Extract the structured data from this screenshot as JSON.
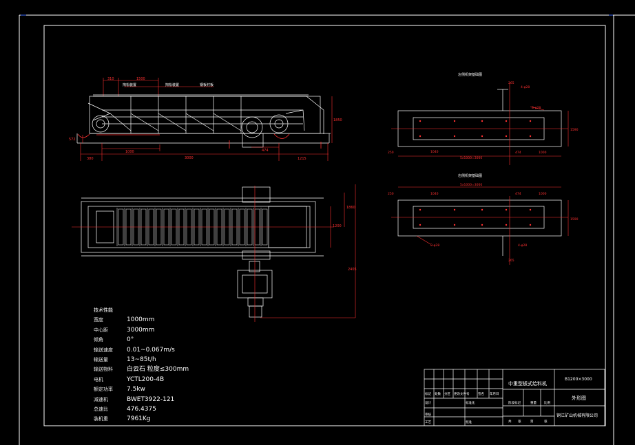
{
  "colors": {
    "background": "#000000",
    "lines": "#ffffff",
    "dimensions": "#ff3030",
    "centerlines": "#ff3030",
    "frame": "#ffffff",
    "cursor": "#3b6cff"
  },
  "drawing": {
    "top_dims": [
      "310",
      "1500"
    ],
    "top_notes": [
      "掏松装置",
      "掏松装置",
      "钢板衬板"
    ],
    "side_dims_bottom": [
      "380",
      "1000",
      "3000",
      "474",
      "1215"
    ],
    "side_dims_right": [
      "1850"
    ],
    "side_dims_left": [
      "572"
    ],
    "plan_dims_right": [
      "1860",
      "1200",
      "2405"
    ],
    "section1_title": "左侧机架基础图",
    "section1_dims": [
      "250",
      "1040",
      "5x1000=3000",
      "474",
      "1000",
      "4-φ28",
      "8-φ28",
      "1590",
      "265"
    ],
    "section2_title": "右侧机架基础图",
    "section2_dims": [
      "250",
      "1040",
      "5x1000=3000",
      "474",
      "1000",
      "4-φ28",
      "8-φ28",
      "1590",
      "265"
    ]
  },
  "specs": {
    "title": "技术性能",
    "rows": [
      {
        "label": "宽度",
        "value": "1000mm"
      },
      {
        "label": "中心距",
        "value": "3000mm"
      },
      {
        "label": "倾角",
        "value": "0°"
      },
      {
        "label": "输送速度",
        "value": "0.01~0.067m/s"
      },
      {
        "label": "输送量",
        "value": "13~85t/h"
      },
      {
        "label": "输送物料",
        "value": "白云石   粒度≤300mm"
      },
      {
        "label": "电机",
        "value": "YCTL200-4B"
      },
      {
        "label": "额定功率",
        "value": "7.5kw"
      },
      {
        "label": "减速机",
        "value": "BWET3922-121"
      },
      {
        "label": "总速比",
        "value": "476.4375"
      },
      {
        "label": "装机重",
        "value": "7961Kg"
      }
    ]
  },
  "title_block": {
    "name": "中重型板式给料机",
    "model": "B1200×3000",
    "drawing_type": "外形图",
    "company": "铜江矿山机械有限公司",
    "header_labels": [
      "标记",
      "处数",
      "分区",
      "更改文件号",
      "签名",
      "年月日"
    ],
    "row_labels": [
      "设计",
      "标准化",
      "审核",
      "工艺",
      "批准"
    ],
    "stage_labels": [
      "阶段标记",
      "重量",
      "比例"
    ],
    "footer_labels": [
      "共",
      "张",
      "第",
      "张"
    ]
  }
}
